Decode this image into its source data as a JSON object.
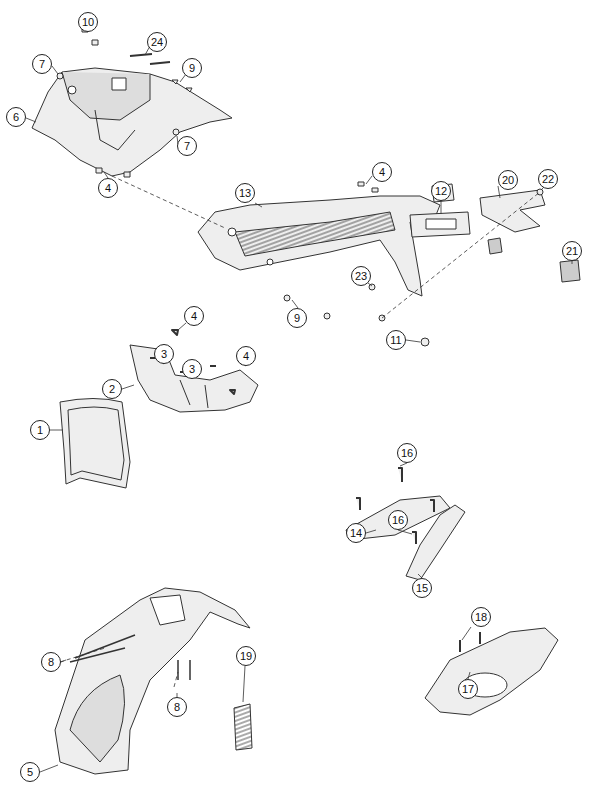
{
  "diagram": {
    "labels": [
      "10",
      "24",
      "7",
      "9",
      "6",
      "7",
      "4",
      "4",
      "13",
      "20",
      "22",
      "12",
      "21",
      "23",
      "9",
      "11",
      "4",
      "3",
      "3",
      "4",
      "2",
      "1",
      "16",
      "14",
      "16",
      "15",
      "18",
      "8",
      "8",
      "19",
      "17",
      "5"
    ]
  }
}
